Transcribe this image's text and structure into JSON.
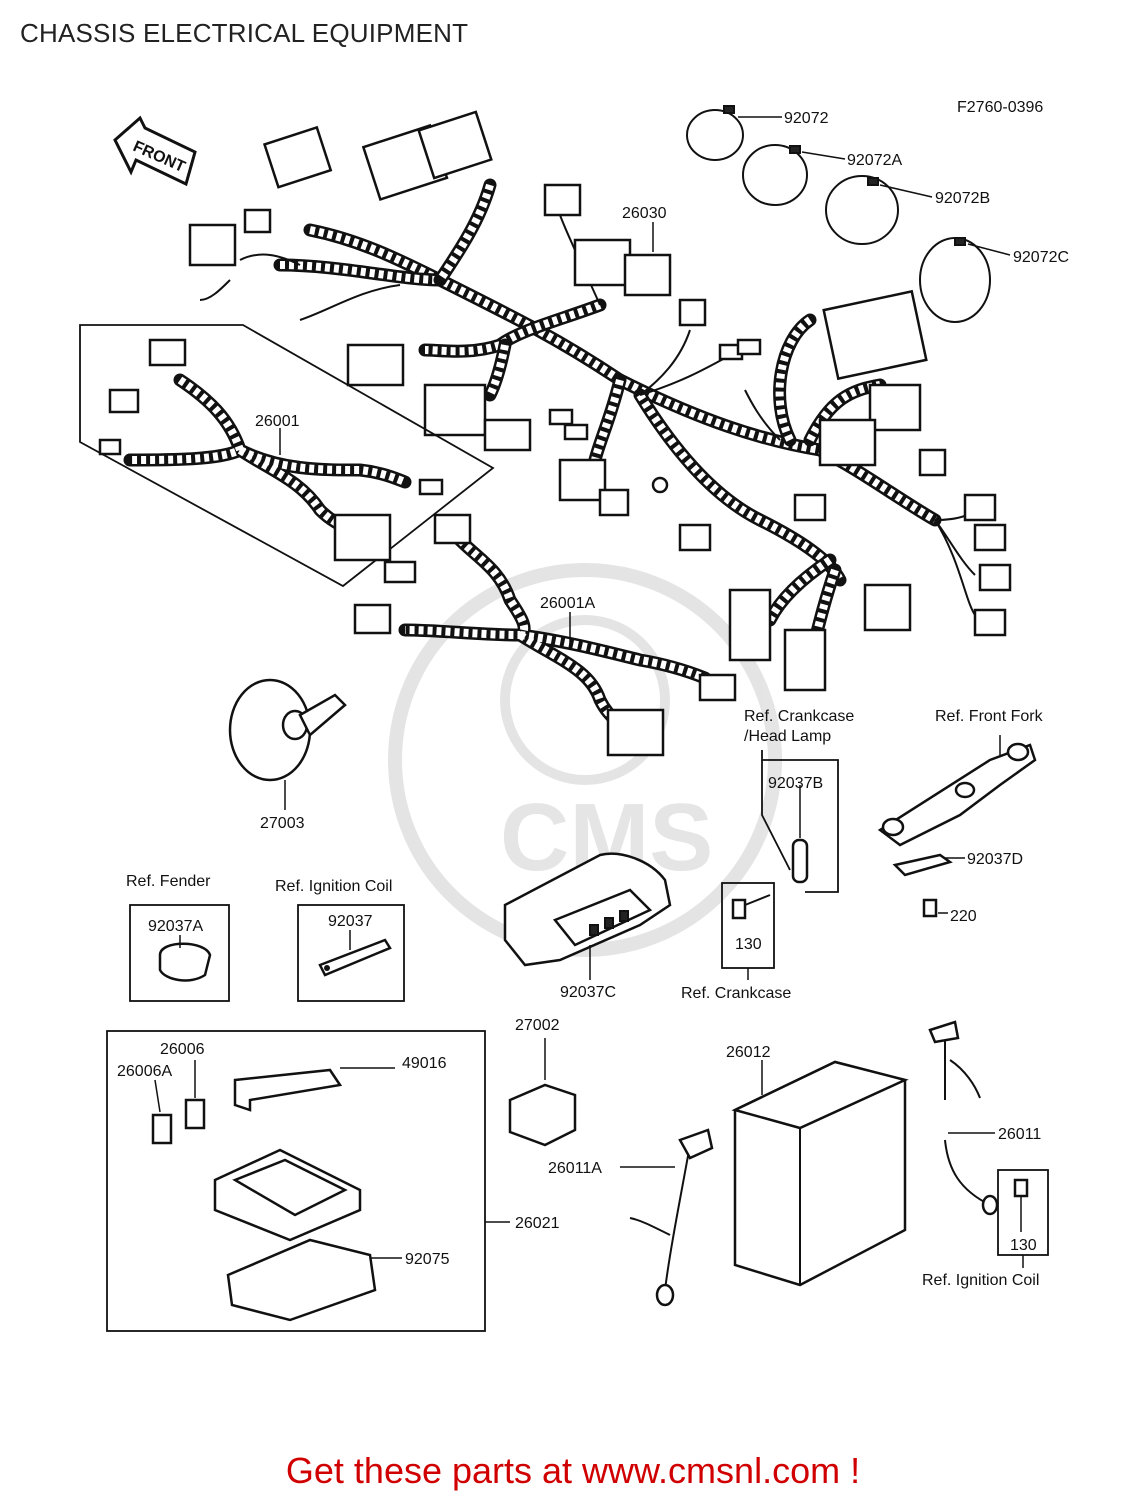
{
  "page_title": "CHASSIS ELECTRICAL EQUIPMENT",
  "diagram_code": "F2760-0396",
  "front_label": "FRONT",
  "part_numbers": {
    "p92072": "92072",
    "p92072A": "92072A",
    "p92072B": "92072B",
    "p92072C": "92072C",
    "p26030": "26030",
    "p26001": "26001",
    "p26001A": "26001A",
    "p27003": "27003",
    "p92037B": "92037B",
    "p92037D": "92037D",
    "p220": "220",
    "p92037A": "92037A",
    "p92037": "92037",
    "p92037C": "92037C",
    "p130a": "130",
    "p27002": "27002",
    "p26012": "26012",
    "p26006": "26006",
    "p26006A": "26006A",
    "p49016": "49016",
    "p26011": "26011",
    "p26011A": "26011A",
    "p26021": "26021",
    "p92075": "92075",
    "p130b": "130"
  },
  "references": {
    "crankcase_head_lamp_1": "Ref. Crankcase",
    "crankcase_head_lamp_2": "/Head Lamp",
    "front_fork": "Ref. Front Fork",
    "fender": "Ref. Fender",
    "ignition_coil_1": "Ref. Ignition Coil",
    "crankcase": "Ref. Crankcase",
    "ignition_coil_2": "Ref. Ignition Coil"
  },
  "watermark": "CMS",
  "footer_text": "Get these parts at www.cmsnl.com !",
  "colors": {
    "footer": "#d10000",
    "line": "#111111",
    "watermark": "#c8c8c8"
  }
}
